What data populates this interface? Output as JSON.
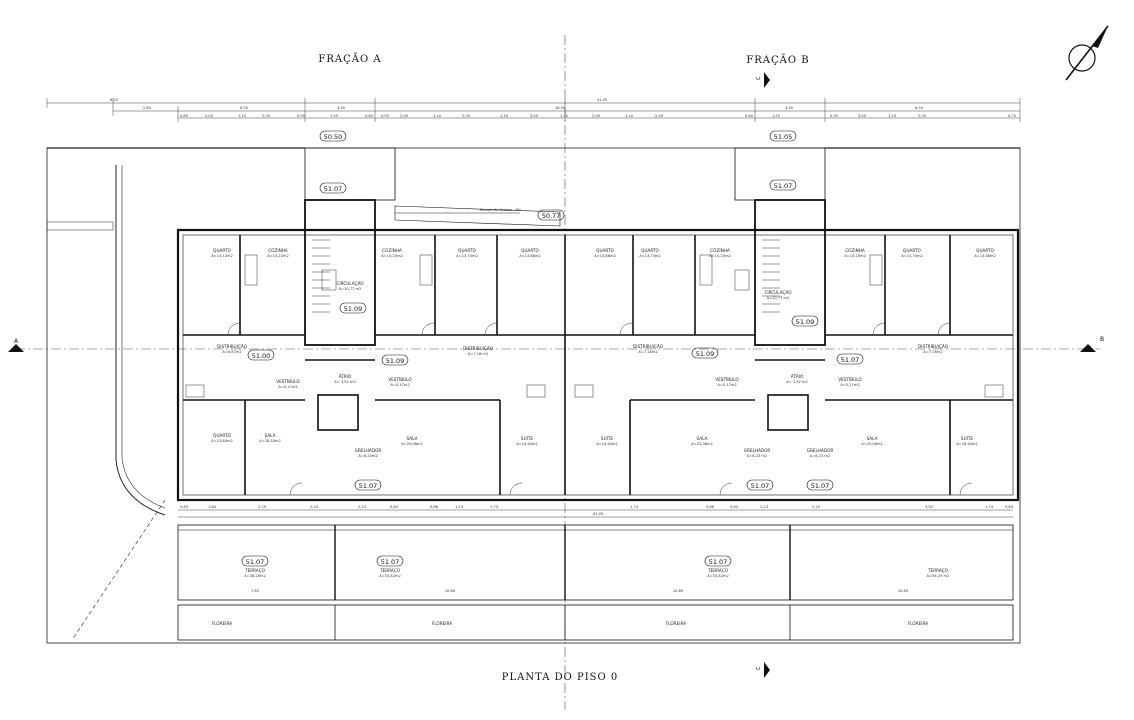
{
  "titles": {
    "fracao_a": "FRAÇÃO A",
    "fracao_b": "FRAÇÃO B",
    "plan_title": "PLANTA DO PISO 0"
  },
  "section_marks": {
    "a": "A",
    "b": "B",
    "c_top": "C",
    "c_bottom": "C"
  },
  "ramp_label": "Rampa de Acesso - 8%",
  "overall_dims": {
    "total_width": "41,05",
    "half": "18,50"
  },
  "level_tags": [
    "50.50",
    "51.07",
    "50.77",
    "51.05",
    "51.07",
    "51.09",
    "51.09",
    "51.09",
    "51.09",
    "51.00",
    "51.07",
    "51.07",
    "51.07",
    "51.07",
    "51.07",
    "51.07",
    "51.07"
  ],
  "rooms": [
    {
      "name": "QUARTO",
      "area": "A=14,12m2"
    },
    {
      "name": "COZINHA",
      "area": "A=14,22m2"
    },
    {
      "name": "CIRCULAÇÃO",
      "area": "A=10,77 m2"
    },
    {
      "name": "COZINHA",
      "area": "A=14,20m2"
    },
    {
      "name": "QUARTO",
      "area": "A=13,74m2"
    },
    {
      "name": "QUARTO",
      "area": "A=13,88m2"
    },
    {
      "name": "QUARTO",
      "area": "A=13,88m2"
    },
    {
      "name": "QUARTO",
      "area": "A=13,74m2"
    },
    {
      "name": "COZINHA",
      "area": "A=14,20m2"
    },
    {
      "name": "CIRCULAÇÃO",
      "area": "A=10,77 m2"
    },
    {
      "name": "COZINHA",
      "area": "A=14,20m2"
    },
    {
      "name": "QUARTO",
      "area": "A=13,74m2"
    },
    {
      "name": "QUARTO",
      "area": "A=13,88m2"
    },
    {
      "name": "DISTRIBUIÇÃO",
      "area": "A=6,87m2"
    },
    {
      "name": "DISTRIBUIÇÃO",
      "area": "A=7,18 m2"
    },
    {
      "name": "DISTRIBUIÇÃO",
      "area": "A=7,18m2"
    },
    {
      "name": "DISTRIBUIÇÃO",
      "area": "A=7,18m2"
    },
    {
      "name": "ÁTRIO",
      "area": "A= 3,92 m2"
    },
    {
      "name": "ÁTRIO",
      "area": "A= 3,92 m2"
    },
    {
      "name": "VESTÍBULO",
      "area": "A=5,17m2"
    },
    {
      "name": "VESTÍBULO",
      "area": "A=5,17m2"
    },
    {
      "name": "VESTÍBULO",
      "area": "A=5,17m2"
    },
    {
      "name": "VESTÍBULO",
      "area": "A=5,17m2"
    },
    {
      "name": "QUARTO",
      "area": "A=13,80m2"
    },
    {
      "name": "SALA",
      "area": "A=18,50m2"
    },
    {
      "name": "SALA",
      "area": "A=25,08m2"
    },
    {
      "name": "SUITE",
      "area": "A=14,40m2"
    },
    {
      "name": "SUITE",
      "area": "A=14,40m2"
    },
    {
      "name": "SALA",
      "area": "A=25,08m2"
    },
    {
      "name": "SALA",
      "area": "A=25,08m2"
    },
    {
      "name": "SUITE",
      "area": "A=18,40m2"
    },
    {
      "name": "GRELHADOR",
      "area": "A=6,23m2"
    },
    {
      "name": "GRELHADOR",
      "area": "A=6,23 m2"
    },
    {
      "name": "GRELHADOR",
      "area": "A=6,23 m2"
    },
    {
      "name": "TERRAÇO",
      "area": "A=38,28m2"
    },
    {
      "name": "TERRAÇO",
      "area": "A=53,42m2"
    },
    {
      "name": "TERRAÇO",
      "area": "A=53,42m2"
    },
    {
      "name": "TERRAÇO",
      "area": "A=54,29 m2"
    },
    {
      "name": "FLOREIRA",
      "area": ""
    },
    {
      "name": "FLOREIRA",
      "area": ""
    },
    {
      "name": "FLOREIRA",
      "area": ""
    },
    {
      "name": "FLOREIRA",
      "area": ""
    }
  ],
  "top_dims": [
    "6,20",
    "2,85",
    "6,50",
    "3,30",
    "18,50",
    "41,05",
    "3,30",
    "6,50",
    "0,85",
    "2,00",
    "1,10",
    "2,00",
    "0,90",
    "1,55",
    "0,60",
    "0,95",
    "2,00",
    "1,10",
    "2,00",
    "1,10",
    "2,00",
    "1,10",
    "2,00",
    "1,10",
    "2,00",
    "0,60",
    "1,55",
    "0,95",
    "2,00",
    "1,10",
    "2,00",
    "0,70"
  ],
  "bottom_dims": [
    "0,83",
    "1,84",
    "2,79",
    "2,25",
    "2,23",
    "0,84",
    "0,86",
    "1,73",
    "1,73",
    "1,73",
    "0,86",
    "0,84",
    "2,23",
    "2,25",
    "3,32",
    "1,74",
    "0,83",
    "41,05"
  ],
  "terrace_dims": [
    "7,65",
    "10,89",
    "10,89",
    "10,85"
  ]
}
